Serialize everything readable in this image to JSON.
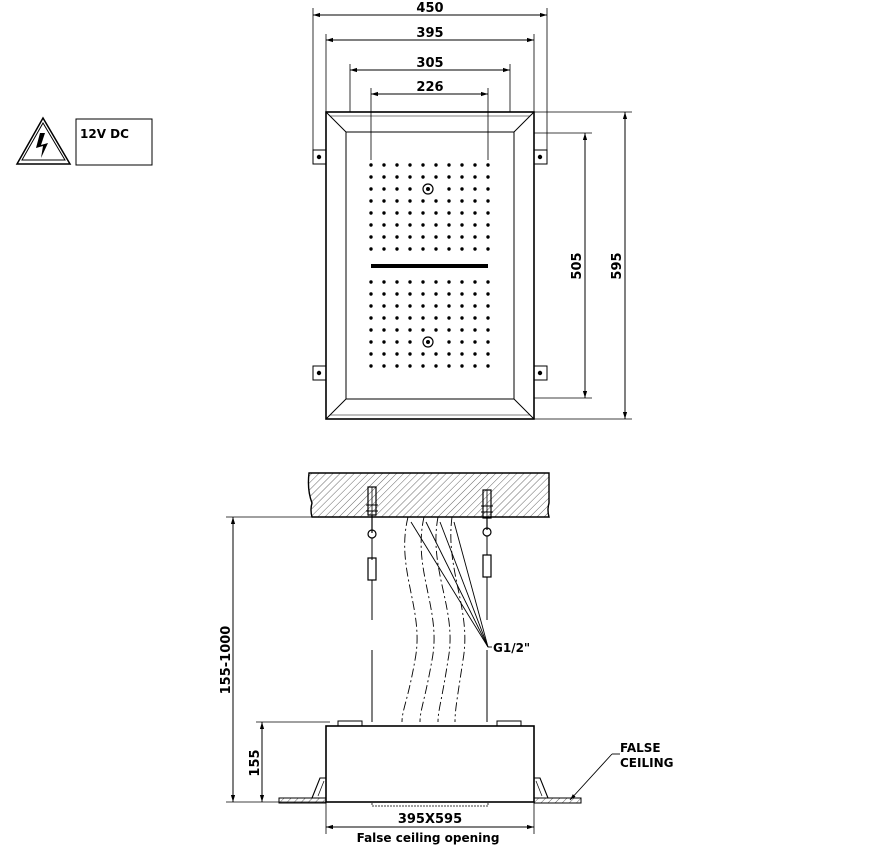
{
  "warning_label": {
    "text": "12V DC"
  },
  "top_view": {
    "dim_450": "450",
    "dim_395": "395",
    "dim_305": "305",
    "dim_226": "226",
    "dim_505": "505",
    "dim_595": "595"
  },
  "side_view": {
    "dim_height_range": "155-1000",
    "dim_155": "155",
    "dim_opening": "395X595",
    "connection_label": "G1/2\"",
    "false_ceiling_line1": "FALSE",
    "false_ceiling_line2": "CEILING",
    "opening_caption": "False  ceiling  opening"
  }
}
